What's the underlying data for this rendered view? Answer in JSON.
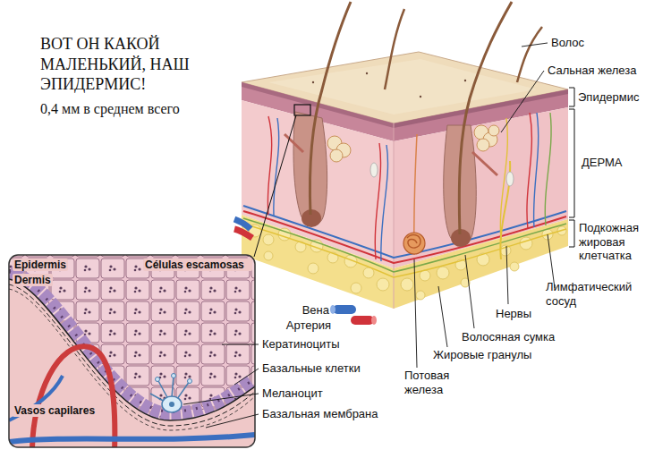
{
  "diagram": {
    "title": "ВОТ ОН КАКОЙ МАЛЕНЬКИЙ, НАШ ЭПИДЕРМИС!",
    "labels": [
      "0,4 мм в среднем всего",
      "Волос",
      "Сальная железа",
      "Эпидермис",
      "ДЕРМА",
      "Подкожная жировая клетчатка",
      "Лимфатический сосуд",
      "Нервы",
      "Волосяная сумка",
      "Жировые гранулы",
      "Потовая железа",
      "Вена",
      "Артерия",
      "Epidermis",
      "Células escamosas",
      "Dermis",
      "Vasos capilares",
      "Кератиноциты",
      "Базальные клетки",
      "Меланоцит",
      "Базальная мембрана"
    ]
  }
}
